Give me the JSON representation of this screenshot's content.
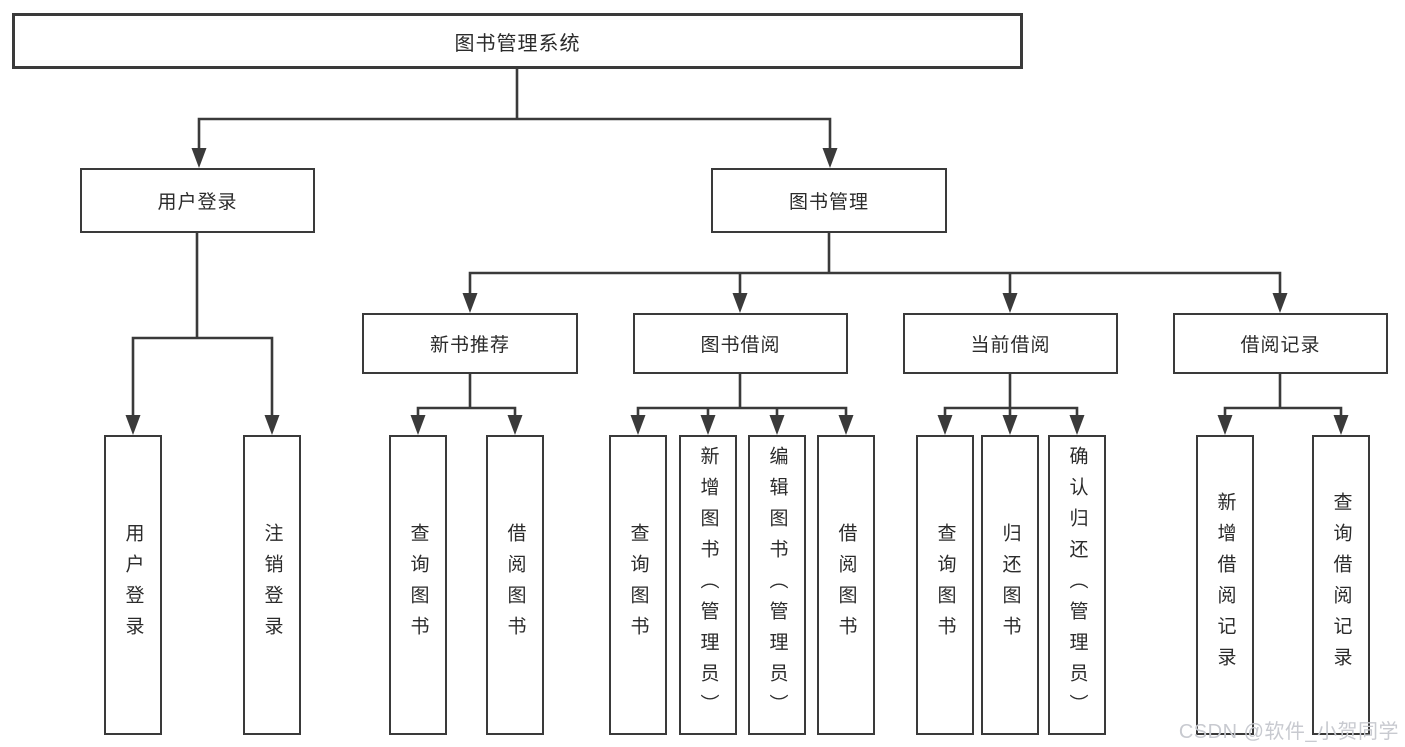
{
  "tree": {
    "root": {
      "label": "图书管理系统",
      "children": [
        {
          "label": "用户登录",
          "children": [
            {
              "label": "用户登录"
            },
            {
              "label": "注销登录"
            }
          ]
        },
        {
          "label": "图书管理",
          "children": [
            {
              "label": "新书推荐",
              "children": [
                {
                  "label": "查询图书"
                },
                {
                  "label": "借阅图书"
                }
              ]
            },
            {
              "label": "图书借阅",
              "children": [
                {
                  "label": "查询图书"
                },
                {
                  "label": "新增图书（管理员）"
                },
                {
                  "label": "编辑图书（管理员）"
                },
                {
                  "label": "借阅图书"
                }
              ]
            },
            {
              "label": "当前借阅",
              "children": [
                {
                  "label": "查询图书"
                },
                {
                  "label": "归还图书"
                },
                {
                  "label": "确认归还（管理员）"
                }
              ]
            },
            {
              "label": "借阅记录",
              "children": [
                {
                  "label": "新增借阅记录"
                },
                {
                  "label": "查询借阅记录"
                }
              ]
            }
          ]
        }
      ]
    }
  },
  "watermark": {
    "text": "CSDN @软件_小贺同学",
    "color": "#c8cad0"
  },
  "colors": {
    "line": "#3a3a3a",
    "box_border": "#3a3a3a",
    "box_fill": "#ffffff",
    "text": "#2b2b2b",
    "background": "#ffffff"
  }
}
